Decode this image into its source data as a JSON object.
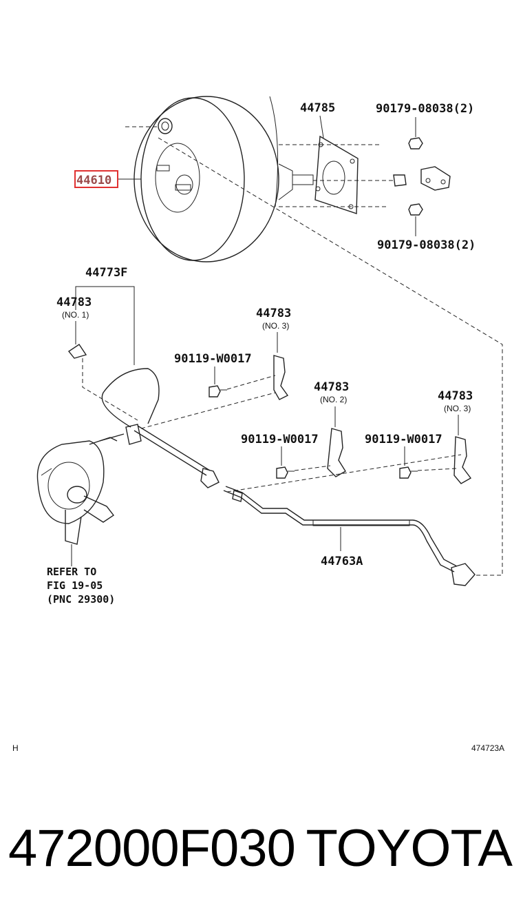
{
  "diagram": {
    "labels": {
      "booster": "44610",
      "gasket": "44785",
      "nut_top": "90179-08038(2)",
      "nut_bottom": "90179-08038(2)",
      "hose_assy": "44773F",
      "clamp1": "44783",
      "clamp1_sub": "(NO. 1)",
      "clamp3a": "44783",
      "clamp3a_sub": "(NO. 3)",
      "bolt_a": "90119-W0017",
      "clamp2": "44783",
      "clamp2_sub": "(NO. 2)",
      "clamp3b": "44783",
      "clamp3b_sub": "(NO. 3)",
      "bolt_b": "90119-W0017",
      "bolt_c": "90119-W0017",
      "tube": "44763A",
      "refer_line1": "REFER TO",
      "refer_line2": "FIG 19-05",
      "refer_line3": "(PNC 29300)",
      "corner_left": "H",
      "corner_right": "474723A"
    },
    "highlight_color": "#e03030"
  },
  "footer": {
    "part_number": "472000F030",
    "brand": "TOYOTA"
  }
}
